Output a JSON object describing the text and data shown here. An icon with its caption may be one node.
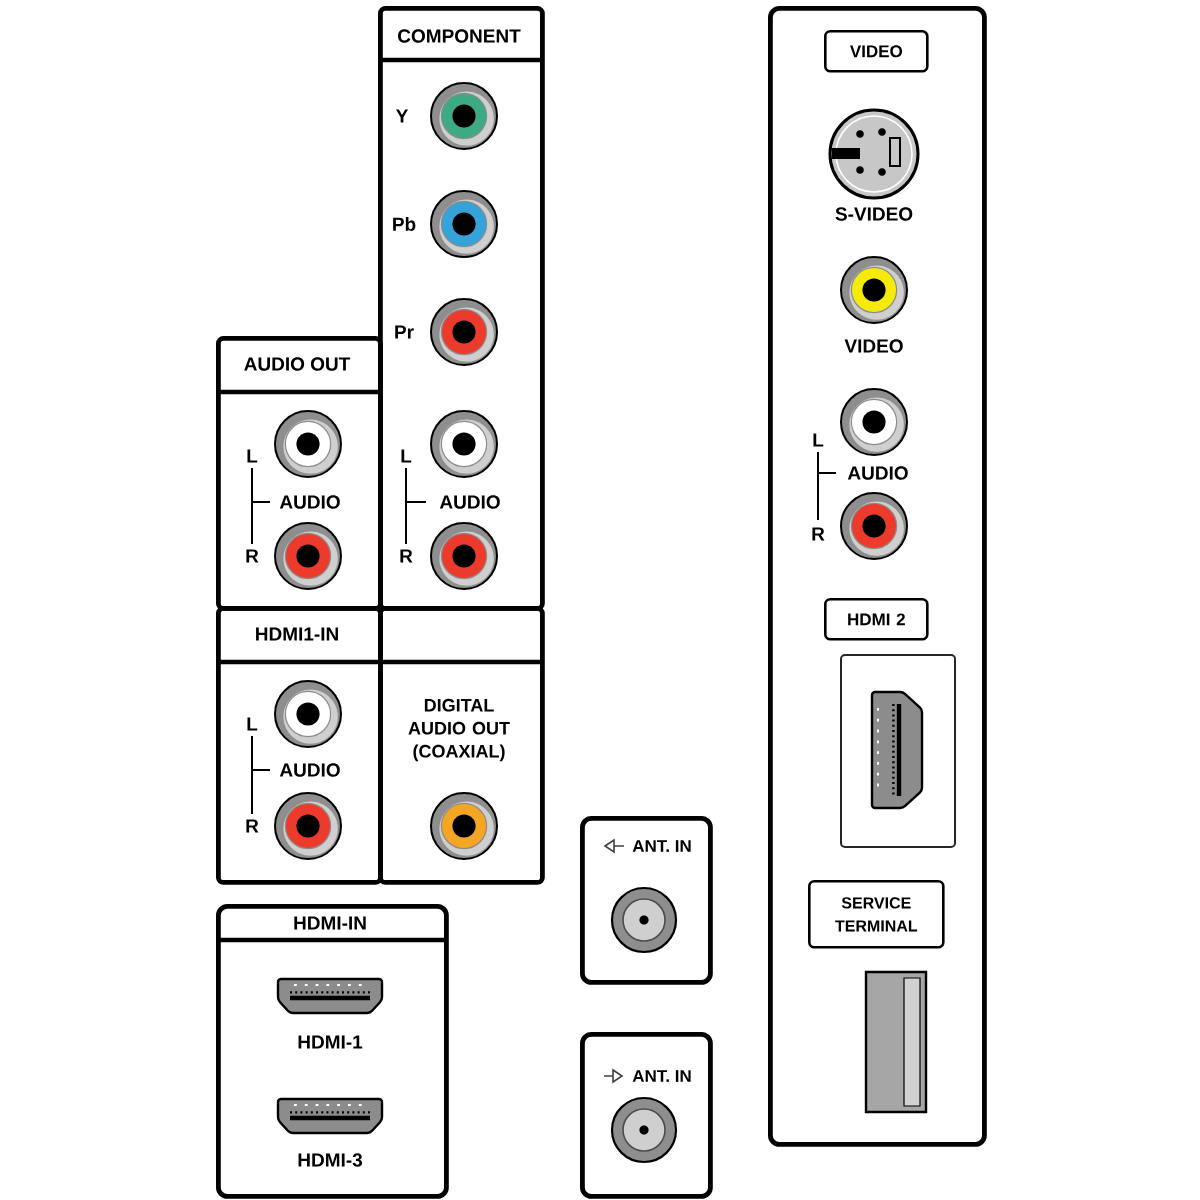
{
  "diagram": {
    "nodes": [
      {
        "text": [
          "COMPONENT",
          "Y",
          "Pb",
          "Pr",
          "L",
          "AUDIO",
          "R"
        ]
      },
      {
        "text": [
          "AUDIO OUT",
          "L",
          "AUDIO",
          "R"
        ]
      },
      {
        "text": [
          "HDMI1-IN",
          "L",
          "AUDIO",
          "R"
        ]
      },
      {
        "text": [
          "DIGITAL AUDIO OUT (COAXIAL)"
        ]
      },
      {
        "text": [
          "HDMI-IN",
          "HDMI-1",
          "HDMI-3"
        ]
      },
      {
        "text": [
          "ANT. IN"
        ]
      },
      {
        "text": [
          "ANT. IN"
        ]
      },
      {
        "text": [
          "S-VIDEO",
          "VIDEO",
          "L",
          "AUDIO",
          "R"
        ]
      },
      {
        "text": [
          "VIDEO"
        ],
        "in": 7
      },
      {
        "text": [
          "HDMI 2"
        ],
        "in": 7
      },
      {
        "text": [],
        "shape": "box",
        "in": 7
      },
      {
        "text": [
          "SERVICE TERMINAL"
        ],
        "in": 7
      }
    ]
  }
}
